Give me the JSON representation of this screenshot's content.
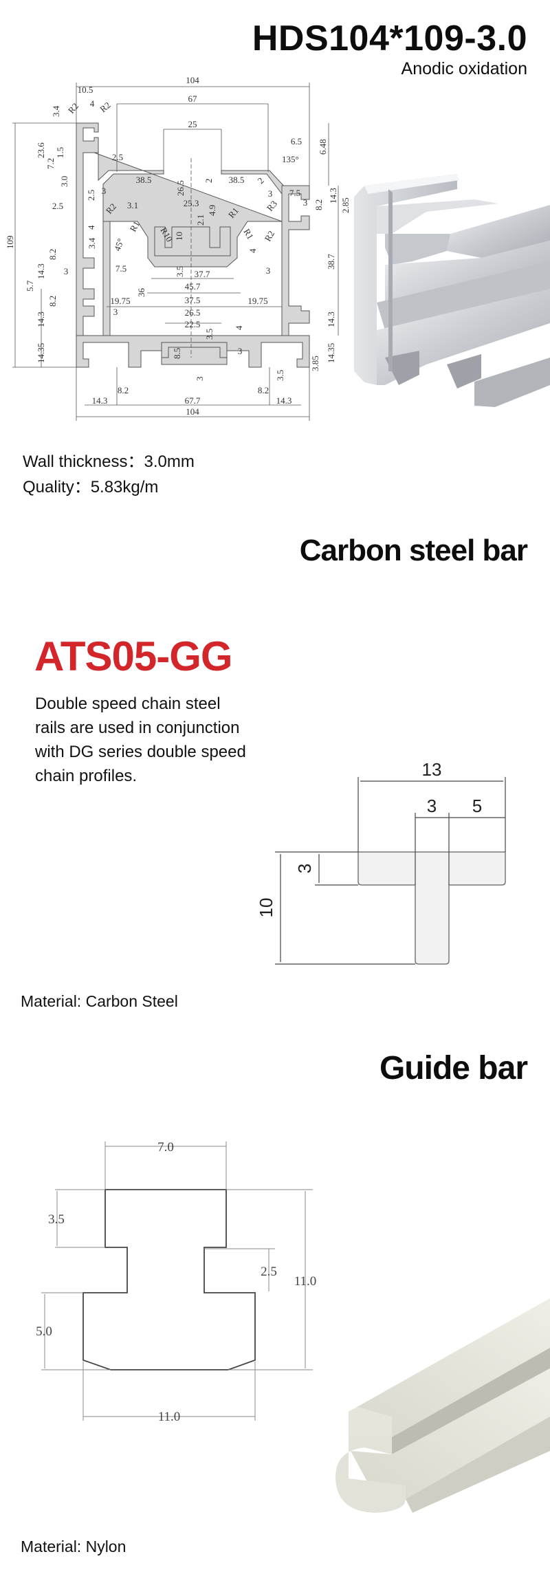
{
  "section1": {
    "title": "HDS104*109-3.0",
    "subtitle": "Anodic oxidation",
    "wall_thickness": "Wall thickness：3.0mm",
    "quality": "Quality：5.83kg/m",
    "dims": [
      "104",
      "10.5",
      "4",
      "R2",
      "R2",
      "67",
      "3.4",
      "25",
      "6.5",
      "6.48",
      "135°",
      "23.6",
      "7.2",
      "1.5",
      "3.0",
      "2.5",
      "38.5",
      "26.5",
      "2",
      "38.5",
      "2",
      "2.85",
      "14.3",
      "8.2",
      "7.5",
      "3",
      "3",
      "3",
      "2.5",
      "2.5",
      "R2",
      "3.1",
      "25.3",
      "4.9",
      "2.1",
      "R1",
      "R3",
      "4",
      "3.4",
      "R1",
      "R10",
      "10",
      "R1",
      "R2",
      "45°",
      "4",
      "38.7",
      "8.2",
      "14.3",
      "3",
      "7.5",
      "3.5",
      "37.7",
      "3",
      "45.7",
      "5.7",
      "36",
      "8.2",
      "19.75",
      "37.5",
      "19.75",
      "3",
      "26.5",
      "14.3",
      "22.5",
      "4",
      "3.5",
      "14.3",
      "14.35",
      "8.5",
      "3",
      "14.35",
      "3.85",
      "3.5",
      "3",
      "8.2",
      "8.2",
      "14.3",
      "67.7",
      "14.3",
      "104",
      "109"
    ]
  },
  "section2": {
    "title": "Carbon steel bar",
    "model": "ATS05-GG",
    "model_color": "#d3262b",
    "description": [
      "Double speed chain steel",
      "rails are used in conjunction",
      "with DG series double speed",
      "chain profiles."
    ],
    "dims": [
      "13",
      "3",
      "5",
      "3",
      "10"
    ],
    "material": "Material: Carbon Steel"
  },
  "section3": {
    "title": "Guide bar",
    "dims": [
      "7.0",
      "3.5",
      "2.5",
      "11.0",
      "5.0",
      "11.0"
    ],
    "material": "Material: Nylon"
  }
}
